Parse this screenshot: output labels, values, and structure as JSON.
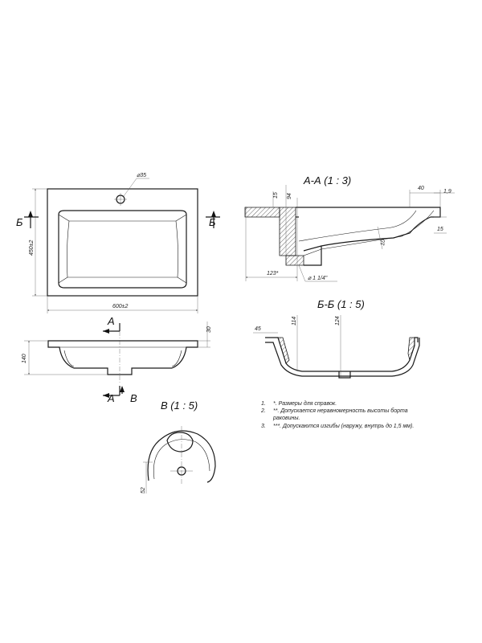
{
  "top_view": {
    "hole_dim": "⌀35",
    "width_dim": "600±2",
    "depth_dim": "450±2",
    "section_b_left": "Б",
    "section_b_right": "Б"
  },
  "front_view": {
    "height_dim": "140",
    "top_dim": "30",
    "section_a_top": "A",
    "section_a_bottom": "A",
    "detail_mark": "B"
  },
  "section_aa": {
    "title": "А-А (1 : 3)",
    "dim_15_left": "15",
    "dim_94": "94",
    "dim_40": "40",
    "dim_1_9": "1,9",
    "dim_15_right": "15",
    "dim_10": "10",
    "dim_123": "123*",
    "dim_pipe": "⌀ 1 1/4\""
  },
  "section_bb": {
    "title": "Б-Б (1 : 5)",
    "dim_45": "45",
    "dim_114": "114",
    "dim_124": "124"
  },
  "detail_b": {
    "title": "B (1 : 5)",
    "dim_52": "52"
  },
  "notes": [
    {
      "num": "1.",
      "text": "*. Размеры для справок."
    },
    {
      "num": "2.",
      "text": "**. Допускается неравномерность высоты борта"
    },
    {
      "num": "",
      "text": "раковины."
    },
    {
      "num": "3.",
      "text": "***. Допускаются изгибы (наружу, внутрь до 1,5 мм)."
    }
  ]
}
